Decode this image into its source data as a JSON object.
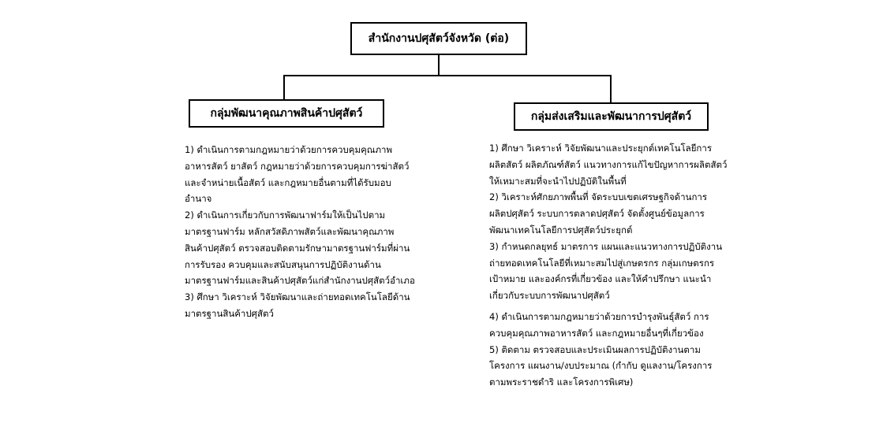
{
  "top": {
    "title": "สำนักงานปศุสัตว์จังหวัด (ต่อ)"
  },
  "left": {
    "title": "กลุ่มพัฒนาคุณภาพสินค้าปศุสัตว์",
    "lines": [
      "1) ดำเนินการตามกฎหมายว่าด้วยการควบคุมคุณภาพ",
      "อาหารสัตว์ ยาสัตว์ กฎหมายว่าด้วยการควบคุมการฆ่าสัตว์",
      "และจำหน่ายเนื้อสัตว์ และกฎหมายอื่นตามที่ได้รับมอบ",
      "อำนาจ",
      "2) ดำเนินการเกี่ยวกับการพัฒนาฟาร์มให้เป็นไปตาม",
      "มาตรฐานฟาร์ม หลักสวัสดิภาพสัตว์และพัฒนาคุณภาพ",
      "สินค้าปศุสัตว์ ตรวจสอบติดตามรักษามาตรฐานฟาร์มที่ผ่าน",
      "การรับรอง ควบคุมและสนับสนุนการปฏิบัติงานด้าน",
      "มาตรฐานฟาร์มและสินค้าปศุสัตว์แก่สำนักงานปศุสัตว์อำเภอ",
      "3) ศึกษา วิเคราะห์ วิจัยพัฒนาและถ่ายทอดเทคโนโลยีด้าน",
      "มาตรฐานสินค้าปศุสัตว์"
    ]
  },
  "right": {
    "title": "กลุ่มส่งเสริมและพัฒนาการปศุสัตว์",
    "lines": [
      "1) ศึกษา วิเคราะห์ วิจัยพัฒนาและประยุกต์เทคโนโลยีการ",
      "ผลิตสัตว์ ผลิตภัณฑ์สัตว์ แนวทางการแก้ไขปัญหาการผลิตสัตว์",
      "ให้เหมาะสมที่จะนำไปปฏิบัติในพื้นที่",
      "2) วิเคราะห์ศักยภาพพื้นที่ จัดระบบเขตเศรษฐกิจด้านการ",
      "ผลิตปศุสัตว์ ระบบการตลาดปศุสัตว์ จัดตั้งศูนย์ข้อมูลการ",
      "พัฒนาเทคโนโลยีการปศุสัตว์ประยุกต์",
      "3) กำหนดกลยุทธ์ มาตรการ แผนและแนวทางการปฏิบัติงาน",
      "ถ่ายทอดเทคโนโลยีที่เหมาะสมไปสู่เกษตรกร กลุ่มเกษตรกร",
      "เป้าหมาย  และองค์กรที่เกี่ยวข้อง และให้คำปรึกษา แนะนำ",
      "เกี่ยวกับระบบการพัฒนาปศุสัตว์",
      "4) ดำเนินการตามกฎหมายว่าด้วยการบำรุงพันธุ์สัตว์ การ",
      "ควบคุมคุณภาพอาหารสัตว์ และกฎหมายอื่นๆที่เกี่ยวข้อง",
      "5) ติดตาม ตรวจสอบและประเมินผลการปฏิบัติงานตาม",
      "โครงการ แผนงาน/งบประมาณ (กำกับ ดูแลงาน/โครงการ",
      "ตามพระราชดำริ และโครงการพิเศษ)"
    ]
  }
}
